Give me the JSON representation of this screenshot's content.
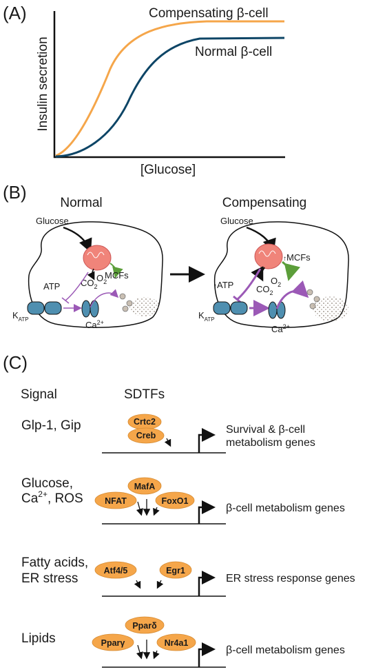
{
  "panel_a": {
    "label": "(A)",
    "y_axis_label": "Insulin secretion",
    "x_axis_label": "[Glucose]",
    "curve_compensating_label": "Compensating β-cell",
    "curve_normal_label": "Normal β-cell",
    "curve_compensating_color": "#f5a64a",
    "curve_normal_color": "#0d4566"
  },
  "panel_b": {
    "label": "(B)",
    "normal": {
      "title": "Normal",
      "glucose": "Glucose",
      "atp": "ATP",
      "co2": "CO",
      "co2_sub": "2",
      "o2": "O",
      "o2_sub": "2",
      "mcfs": "MCFs",
      "katp": "K",
      "katp_sub": "ATP",
      "ca": "Ca",
      "ca_sup": "2+"
    },
    "compensating": {
      "title": "Compensating",
      "glucose": "Glucose",
      "atp": "ATP",
      "co2": "CO",
      "co2_sub": "2",
      "o2": "O",
      "o2_sub": "2",
      "mcfs": "MCFs",
      "katp": "K",
      "katp_sub": "ATP",
      "ca": "Ca",
      "ca_sup": "2+"
    },
    "colors": {
      "mito": "#f0847a",
      "channel": "#4f8fb0",
      "purple": "#9b59b6",
      "green": "#5c9e3a"
    }
  },
  "panel_c": {
    "label": "(C)",
    "signal_header": "Signal",
    "sdtf_header": "SDTFs",
    "rows": [
      {
        "signal_lines": [
          "Glp-1, Gip"
        ],
        "tfs": [
          "Crtc2",
          "Creb"
        ],
        "genes_lines": [
          "Survival & β-cell",
          "metabolism genes"
        ]
      },
      {
        "signal_lines": [
          "Glucose,",
          "Ca",
          ", ROS"
        ],
        "signal_sup": "2+",
        "tfs": [
          "MafA",
          "NFAT",
          "FoxO1"
        ],
        "genes_lines": [
          "β-cell metabolism genes"
        ]
      },
      {
        "signal_lines": [
          "Fatty acids,",
          "ER stress"
        ],
        "tfs": [
          "Atf4/5",
          "Egr1"
        ],
        "genes_lines": [
          "ER stress response genes"
        ]
      },
      {
        "signal_lines": [
          "Lipids"
        ],
        "tfs": [
          "Pparδ",
          "Pparγ",
          "Nr4a1"
        ],
        "genes_lines": [
          "β-cell metabolism genes"
        ]
      }
    ],
    "tf_color": "#f5a64a"
  }
}
